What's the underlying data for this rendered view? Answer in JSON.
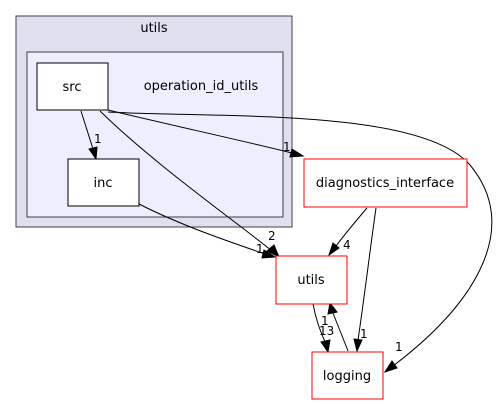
{
  "diagram": {
    "outer_cluster": {
      "title": "utils"
    },
    "inner_cluster": {
      "title": "operation_id_utils"
    },
    "nodes": {
      "src": "src",
      "inc": "inc",
      "diagnostics_interface": "diagnostics_interface",
      "utils": "utils",
      "logging": "logging"
    },
    "edge_labels": {
      "src_to_inc": "1",
      "src_to_diagnostics": "1",
      "src_to_utils": "2",
      "inc_to_utils": "1",
      "diagnostics_to_utils": "4",
      "src_to_logging": "1",
      "diagnostics_to_logging": "1",
      "utils_to_logging": "13",
      "logging_to_utils": "1"
    },
    "colors": {
      "outer_cluster_fill": "#dfdfef",
      "inner_cluster_fill": "#eeeeff",
      "external_node_border": "#ff0000"
    }
  }
}
